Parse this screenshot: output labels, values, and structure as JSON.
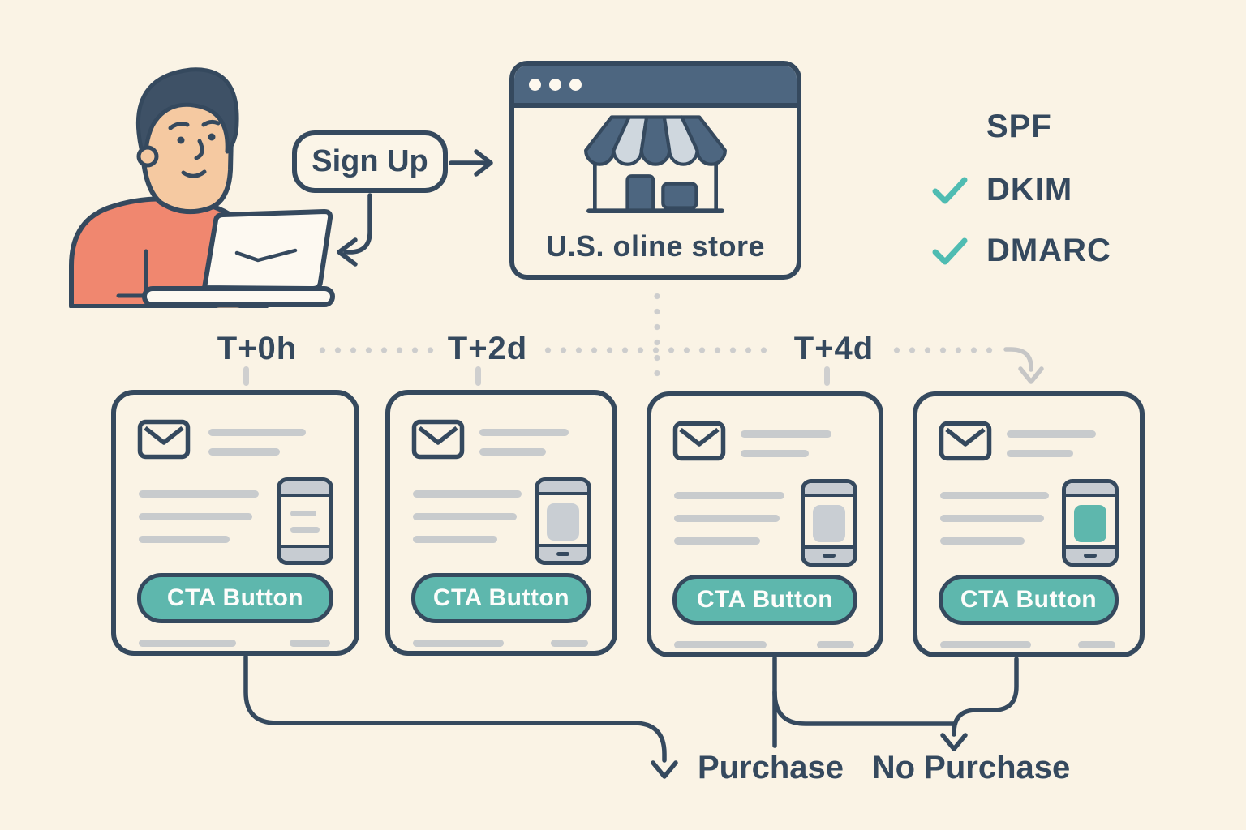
{
  "title": "Email signup drip-campaign flow diagram",
  "colors": {
    "background": "#faf3e5",
    "outline_navy": "#35495e",
    "slate_blue": "#4d6680",
    "awning_light": "#cfd7de",
    "teal_accent": "#5eb7ad",
    "gray_line": "#c8cbcd",
    "dotted_gray": "#cdcdcd",
    "shirt_coral": "#f0876f",
    "skin_tan": "#f5c9a1",
    "hair_navy": "#3e5166"
  },
  "signup": {
    "label": "Sign Up"
  },
  "store": {
    "label": "U.S. oline store",
    "window_dot_count": 3
  },
  "email_auth": {
    "items": [
      {
        "label": "SPF",
        "checked": false
      },
      {
        "label": "DKIM",
        "checked": true
      },
      {
        "label": "DMARC",
        "checked": true
      }
    ]
  },
  "timeline": {
    "labels": [
      "T+0h",
      "T+2d",
      "T+4d"
    ]
  },
  "emails": [
    {
      "cta_label": "CTA Button",
      "phone_variant": "lines"
    },
    {
      "cta_label": "CTA Button",
      "phone_variant": "gray"
    },
    {
      "cta_label": "CTA Button",
      "phone_variant": "gray"
    },
    {
      "cta_label": "CTA Button",
      "phone_variant": "teal"
    }
  ],
  "outcomes": {
    "purchase_label": "Purchase",
    "no_purchase_label": "No Purchase"
  }
}
